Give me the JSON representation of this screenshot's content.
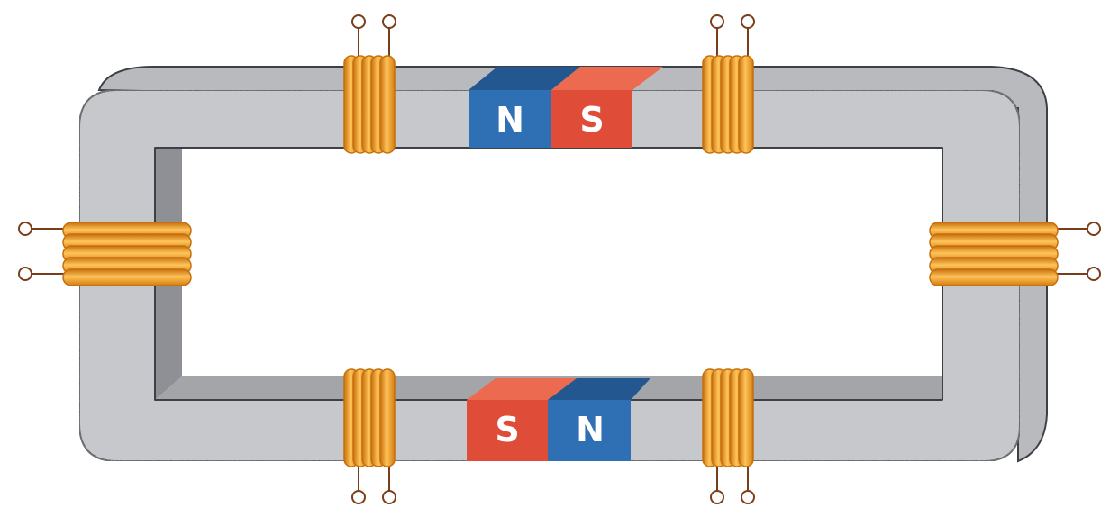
{
  "diagram": {
    "core": {
      "color": "#c8c9cc",
      "highlight": "#e6e7ea",
      "shadow": "#8e9095",
      "outline": "#3d4046"
    },
    "magnets": [
      {
        "position": "top",
        "left_pole": "N",
        "right_pole": "S"
      },
      {
        "position": "bottom",
        "left_pole": "S",
        "right_pole": "N"
      }
    ],
    "coils": [
      {
        "position": "top-left",
        "turns": 5,
        "terminals": 2
      },
      {
        "position": "top-right",
        "turns": 5,
        "terminals": 2
      },
      {
        "position": "bottom-left",
        "turns": 5,
        "terminals": 2
      },
      {
        "position": "bottom-right",
        "turns": 5,
        "terminals": 2
      },
      {
        "position": "left",
        "turns": 5,
        "terminals": 2
      },
      {
        "position": "right",
        "turns": 5,
        "terminals": 2
      }
    ],
    "colors": {
      "north": "#2f6fb3",
      "north_top": "#22588f",
      "south": "#df4c38",
      "south_top": "#ec6a50",
      "coil": "#f39a1e",
      "coil_dark": "#c66f0b",
      "coil_light": "#ffd27a",
      "wire": "#7a3e1a"
    }
  }
}
